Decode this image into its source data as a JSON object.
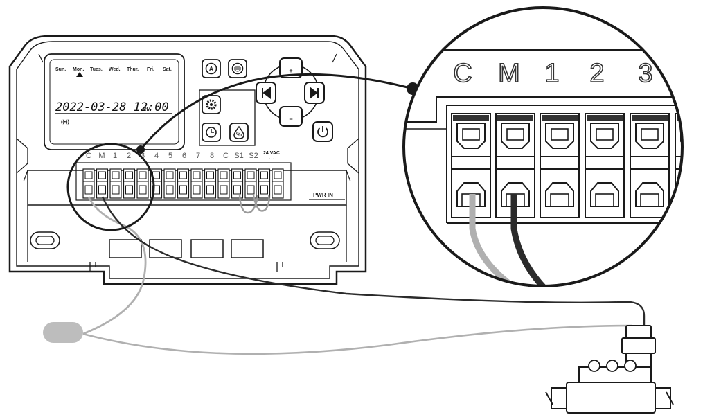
{
  "controller": {
    "days": [
      "Sun.",
      "Mon.",
      "Tues.",
      "Wed.",
      "Thur.",
      "Fri.",
      "Sat."
    ],
    "active_day": "Mon.",
    "datetime": "2022-03-28 12:00",
    "meridiem": "PM",
    "wifi_symbol": "((•))",
    "buttons": {
      "auto_label": "A",
      "manual_icon": "hand-icon",
      "settings_icon": "gear-icon",
      "clock_icon": "clock-icon",
      "water_budget_label": "%",
      "plus_label": "+",
      "minus_label": "−",
      "prev_icon": "skip-previous-icon",
      "next_icon": "skip-next-icon",
      "power_icon": "power-icon"
    },
    "terminal_labels": [
      "C",
      "M",
      "1",
      "2",
      "3",
      "4",
      "5",
      "6",
      "7",
      "8",
      "C",
      "S1",
      "S2",
      "24 VAC"
    ],
    "vac_sub": "~ ~",
    "pwr_label": "PWR IN"
  },
  "zoom": {
    "labels": [
      "C",
      "M",
      "1",
      "2",
      "3"
    ]
  },
  "colors": {
    "outline": "#1a1a1a",
    "common_wire": "#b0b0b0",
    "master_wire": "#2b2b2b",
    "sensor": "#bdbdbd"
  }
}
